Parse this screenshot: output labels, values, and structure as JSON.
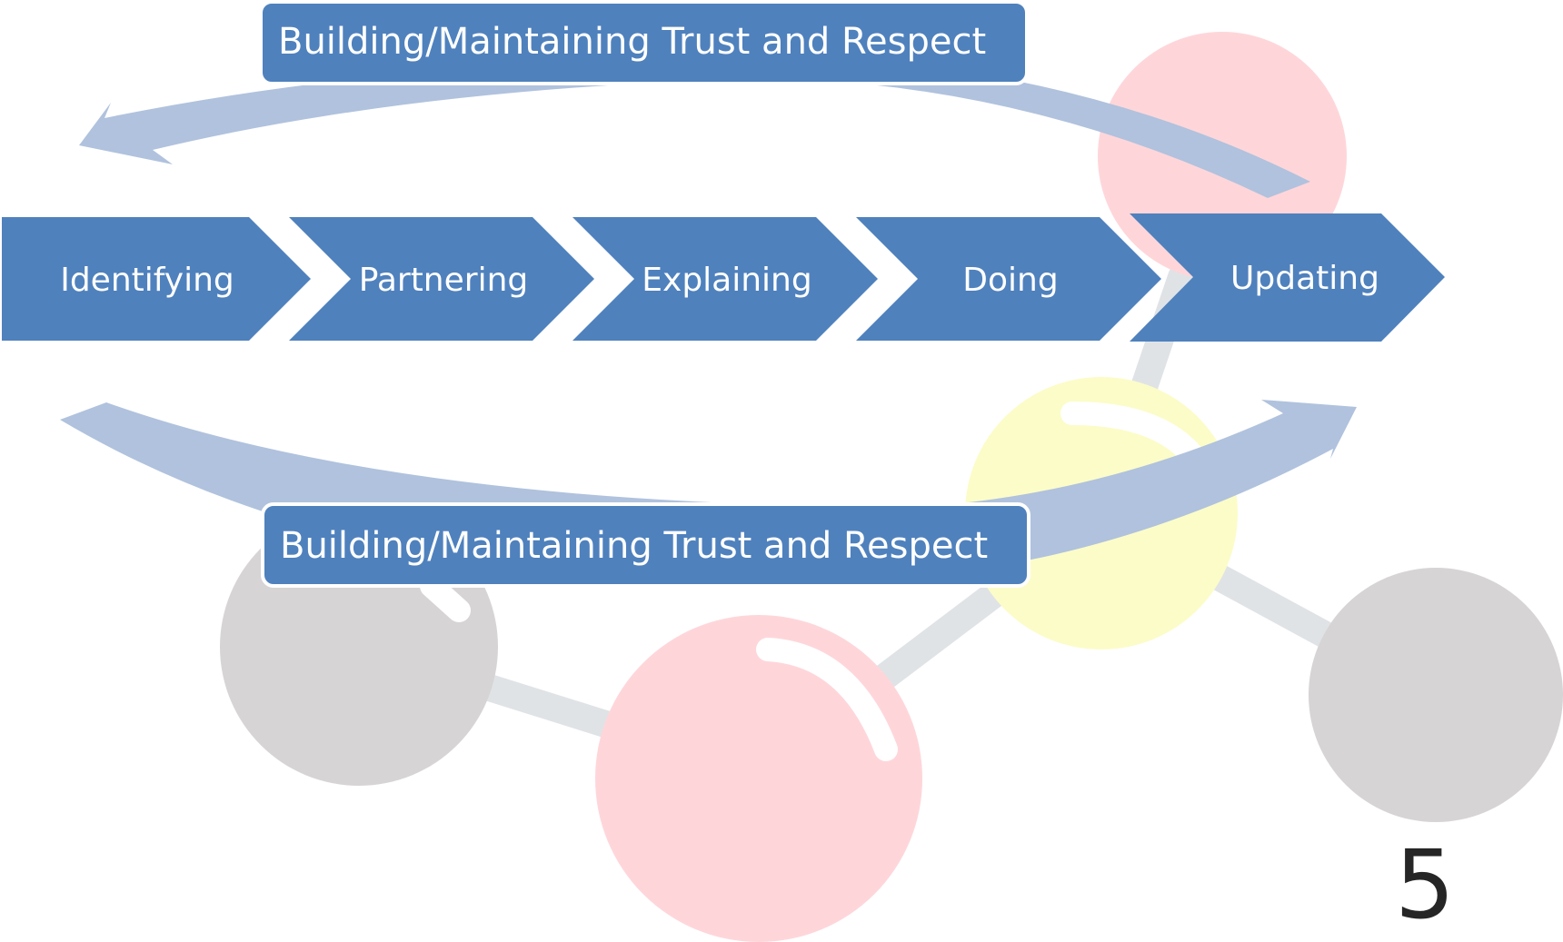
{
  "colors": {
    "step_fill": "#4f81bd",
    "banner_fill": "#4f81bd",
    "banner_border": "#ffffff",
    "cycle_arrow": "#b0c2dd",
    "molecule_red": "#fed6da",
    "molecule_yellow": "#fcfcc9",
    "molecule_gray": "#d7d4d5",
    "molecule_bond": "#e0e3e6",
    "text_on_blue": "#ffffff",
    "page_number": "#262626"
  },
  "banners": {
    "top": "Building/Maintaining Trust and Respect",
    "bottom": "Building/Maintaining Trust and Respect"
  },
  "process_steps": [
    {
      "label": "Identifying"
    },
    {
      "label": "Partnering"
    },
    {
      "label": "Explaining"
    },
    {
      "label": "Doing"
    },
    {
      "label": "Updating"
    }
  ],
  "slide": {
    "page_number": "5"
  }
}
